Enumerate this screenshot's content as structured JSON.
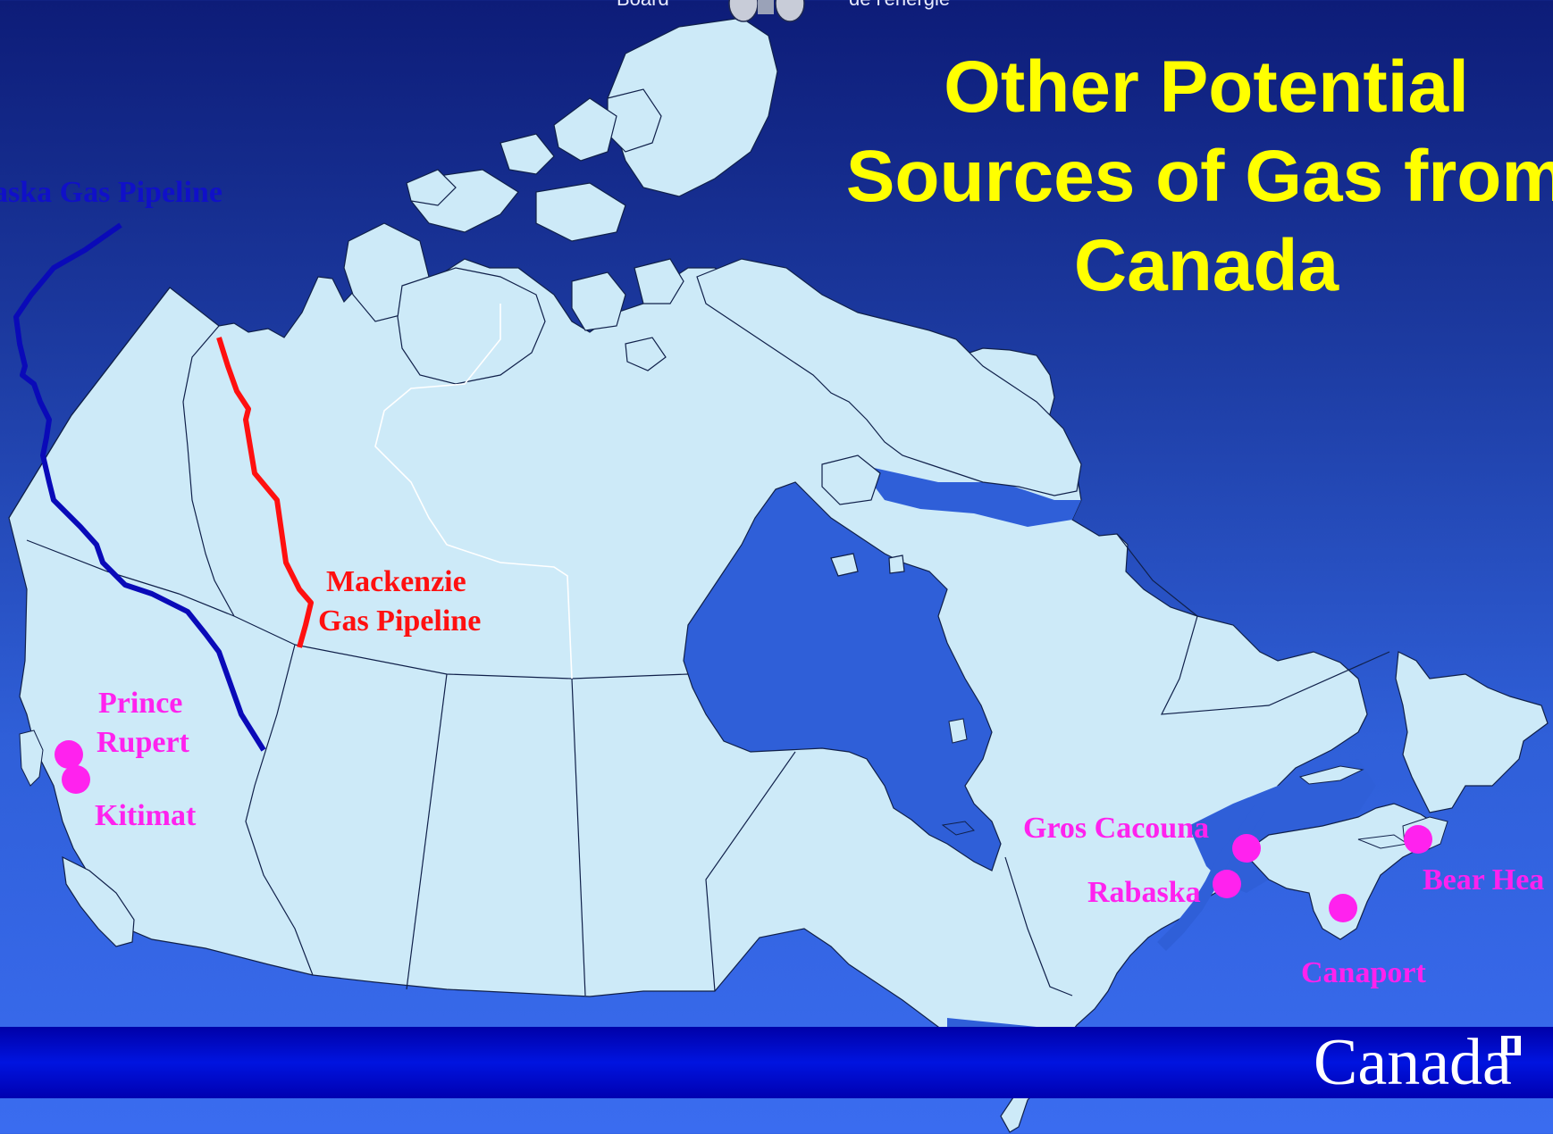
{
  "header": {
    "left_text": "Board",
    "right_text": "de l'énergie"
  },
  "title": {
    "line1": "Other Potential",
    "line2": "Sources of Gas from",
    "line3": "Canada"
  },
  "pipelines": {
    "alaska": "aska Gas Pipeline",
    "mackenzie_line1": "Mackenzie",
    "mackenzie_line2": "Gas Pipeline"
  },
  "sites": {
    "prince_rupert_line1": "Prince",
    "prince_rupert_line2": "Rupert",
    "kitimat": "Kitimat",
    "gros_cacouna": "Gros Cacouna",
    "rabaska": "Rabaska",
    "bear_head": "Bear Hea",
    "canaport": "Canaport"
  },
  "footer": {
    "wordmark": "Canada"
  },
  "colors": {
    "land": "#cdeaf8",
    "water": "#2f5fd8",
    "title": "#ffff00",
    "site_marker": "#ff22ee",
    "mackenzie_line": "#ff1010",
    "alaska_line": "#0a0ab8"
  }
}
